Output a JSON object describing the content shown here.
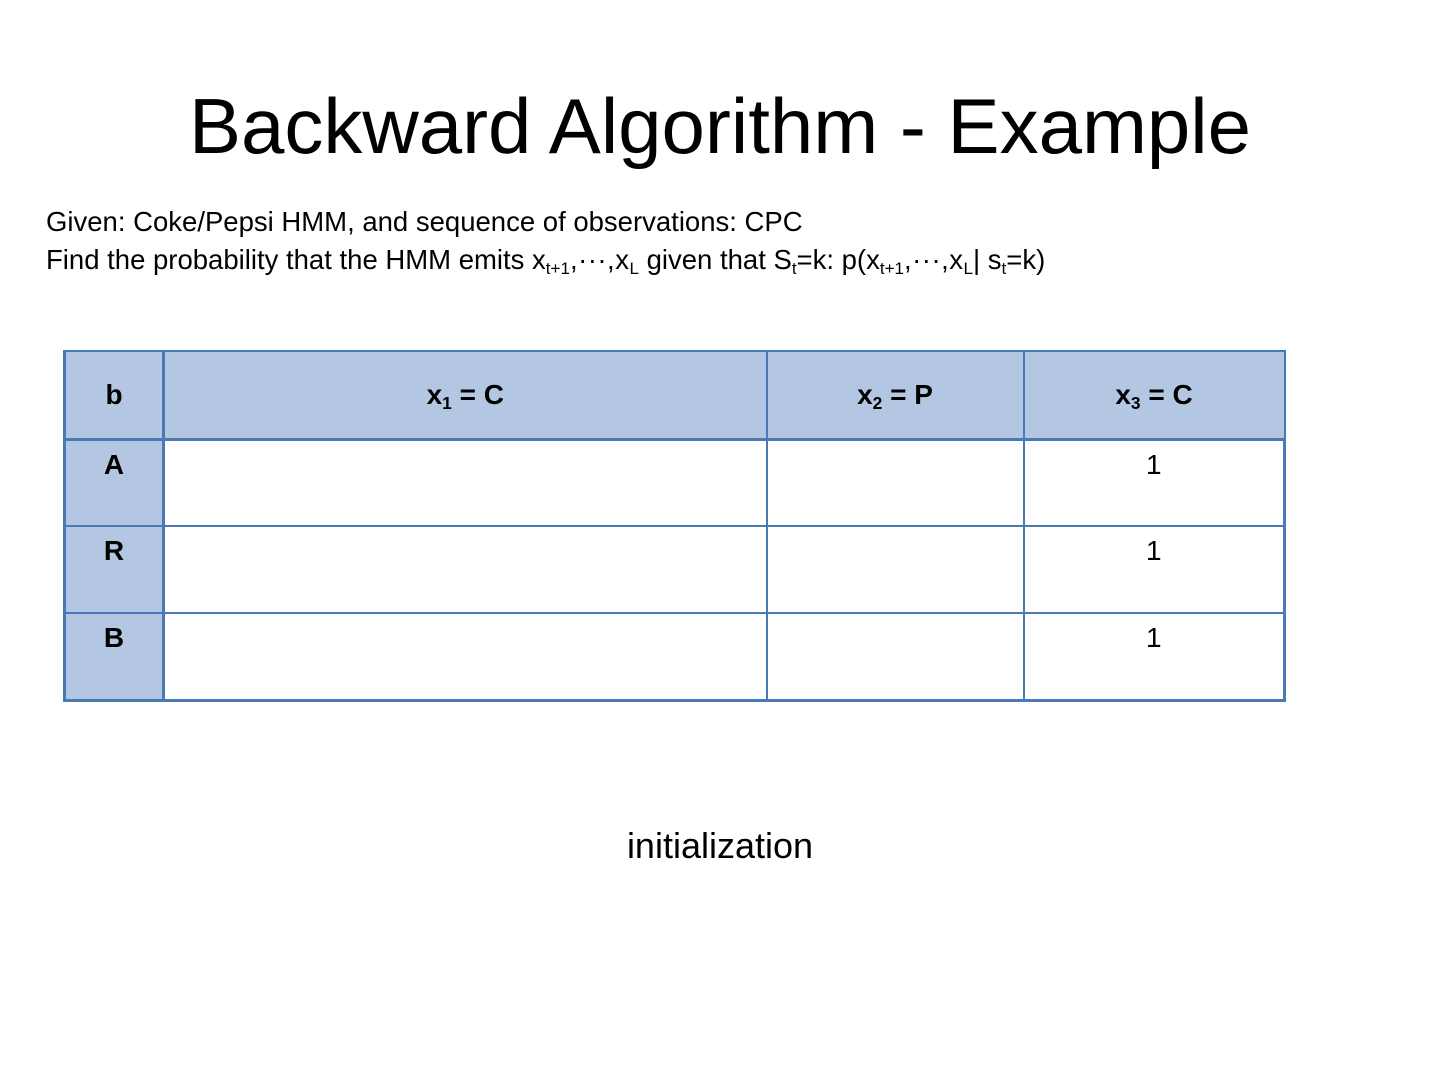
{
  "slide": {
    "title": "Backward Algorithm - Example",
    "caption": "initialization"
  },
  "body": {
    "line1": "Given: Coke/Pepsi HMM, and sequence of observations: CPC",
    "line2_parts": {
      "a": "Find the probability that the HMM emits x",
      "sub1": "t+1",
      "b": ",···,x",
      "sub2": "L",
      "c": " given that S",
      "sub3": "t",
      "d": "=k: p(x",
      "sub4": "t+1",
      "e": ",···,x",
      "sub5": "L",
      "f": "| s",
      "sub6": "t",
      "g": "=k)"
    }
  },
  "table": {
    "corner_label": "b",
    "headers": [
      {
        "base": "x",
        "sub": "1",
        "tail": " = C"
      },
      {
        "base": "x",
        "sub": "2",
        "tail": " = P"
      },
      {
        "base": "x",
        "sub": "3",
        "tail": " = C"
      }
    ],
    "rows": [
      {
        "label": "A",
        "x1": "",
        "x2": "",
        "x3": "1"
      },
      {
        "label": "R",
        "x1": "",
        "x2": "",
        "x3": "1"
      },
      {
        "label": "B",
        "x1": "",
        "x2": "",
        "x3": "1"
      }
    ]
  },
  "colors": {
    "header_fill": "#b4c7e2",
    "border": "#4a7ab5",
    "cell_fill": "#ffffff",
    "text": "#000000"
  }
}
